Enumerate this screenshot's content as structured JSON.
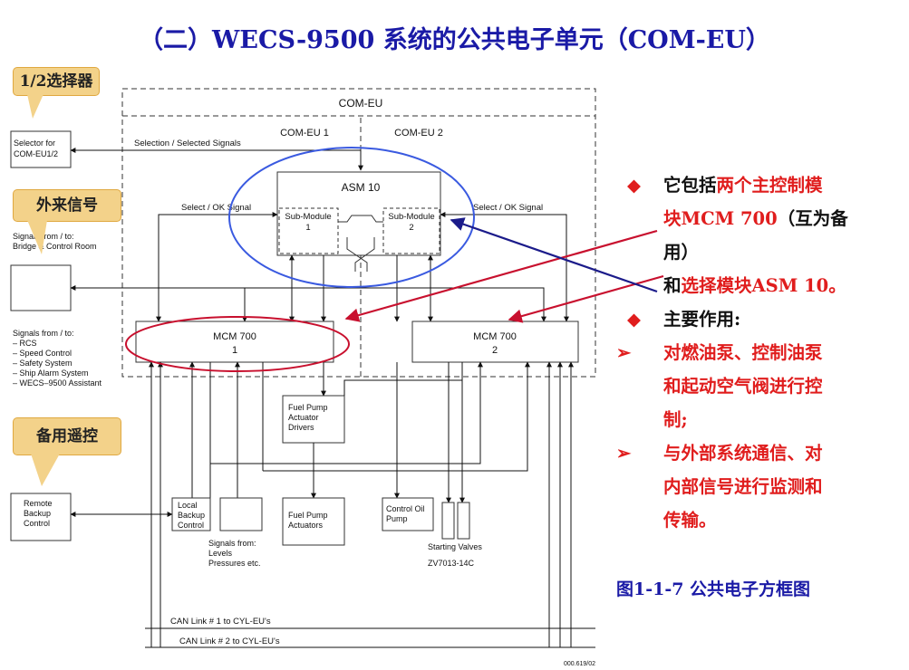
{
  "title": "（二）WECS-9500 系统的公共电子单元（COM-EU）",
  "callouts": {
    "selector": "1/2选择器",
    "external": "外来信号",
    "backup": "备用遥控"
  },
  "diagram": {
    "com_eu": "COM-EU",
    "com_eu1": "COM-EU 1",
    "com_eu2": "COM-EU 2",
    "selector_box": [
      "Selector  for",
      "COM-EU1/2"
    ],
    "selection_signals": "Selection / Selected Signals",
    "asm": "ASM 10",
    "submodule1": [
      "Sub-Module",
      "1"
    ],
    "submodule2": [
      "Sub-Module",
      "2"
    ],
    "select_ok_left": "Select / OK Signal",
    "select_ok_right": "Select / OK Signal",
    "signals_bridge": [
      "Signals from / to:",
      "Bridge & Control Room"
    ],
    "signals_list": [
      "Signals from / to:",
      "– RCS",
      "– Speed Control",
      "– Safety System",
      "– Ship Alarm System",
      "– WECS–9500  Assistant"
    ],
    "mcm1": [
      "MCM 700",
      "1"
    ],
    "mcm2": [
      "MCM 700",
      "2"
    ],
    "fuel_drivers": [
      "Fuel Pump",
      "Actuator",
      "Drivers"
    ],
    "remote_backup": [
      "Remote",
      "Backup",
      "Control"
    ],
    "local_backup": [
      "Local",
      "Backup",
      "Control"
    ],
    "signals_levels": [
      "Signals from:",
      "Levels",
      "Pressures etc."
    ],
    "fuel_actuators": [
      "Fuel Pump",
      "Actuators"
    ],
    "control_oil": [
      "Control Oil",
      "Pump"
    ],
    "starting_valves": [
      "Starting Valves",
      "ZV7013-14C"
    ],
    "can1": "CAN Link # 1 to CYL-EU's",
    "can2": "CAN Link # 2 to CYL-EU's",
    "doc_no": "000.619/02"
  },
  "bullets": {
    "b1_a": "它包括",
    "b1_b": "两个主控制模",
    "b1_c": "块MCM 700",
    "b1_d": "（互为备",
    "b1_e": "用）",
    "b1_f": "和",
    "b1_g": "选择模块ASM 10",
    "b1_h": "。",
    "b2": "主要作用:",
    "s1_a": "对燃油泵、控制油泵",
    "s1_b": "和起动空气阀进行控",
    "s1_c": "制;",
    "s2_a": "与外部系统通信、对",
    "s2_b": "内部信号进行监测和",
    "s2_c": "传输。"
  },
  "caption": "图1-1-7 公共电子方框图",
  "markers": {
    "diamond": "◆",
    "arrow": "➢"
  },
  "colors": {
    "title_blue": "#1a1aa6",
    "highlight_red": "#e01d1d",
    "callout_fill": "#f3d28a",
    "ellipse_blue": "#3a5ae0",
    "ellipse_red": "#c8102e",
    "arrow_navy": "#1b1b8a"
  }
}
